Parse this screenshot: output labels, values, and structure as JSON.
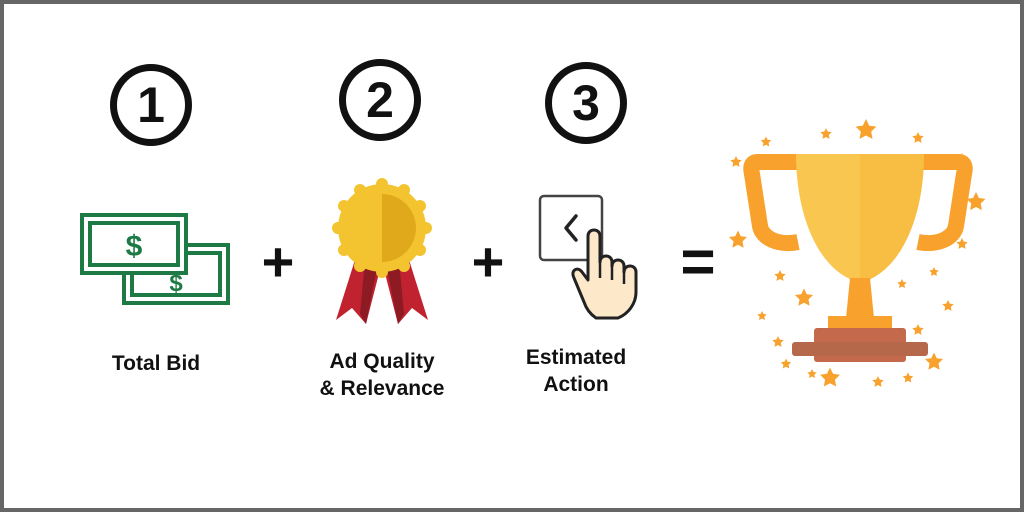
{
  "steps": [
    {
      "number": "1",
      "label_lines": [
        "Total Bid"
      ],
      "icon": "dollar-bills-icon"
    },
    {
      "number": "2",
      "label_lines": [
        "Ad Quality",
        "& Relevance"
      ],
      "icon": "award-ribbon-icon"
    },
    {
      "number": "3",
      "label_lines": [
        "Estimated",
        "Action"
      ],
      "icon": "click-hand-icon"
    }
  ],
  "operators": {
    "plus": "+",
    "equals": "="
  },
  "result": {
    "icon": "trophy-icon"
  },
  "colors": {
    "money_green": "#1e7a45",
    "medal_gold": "#f4c430",
    "ribbon_red": "#c0232f",
    "trophy_gold": "#f9c74f",
    "trophy_base": "#b5684a",
    "star_orange": "#f8a12c"
  }
}
